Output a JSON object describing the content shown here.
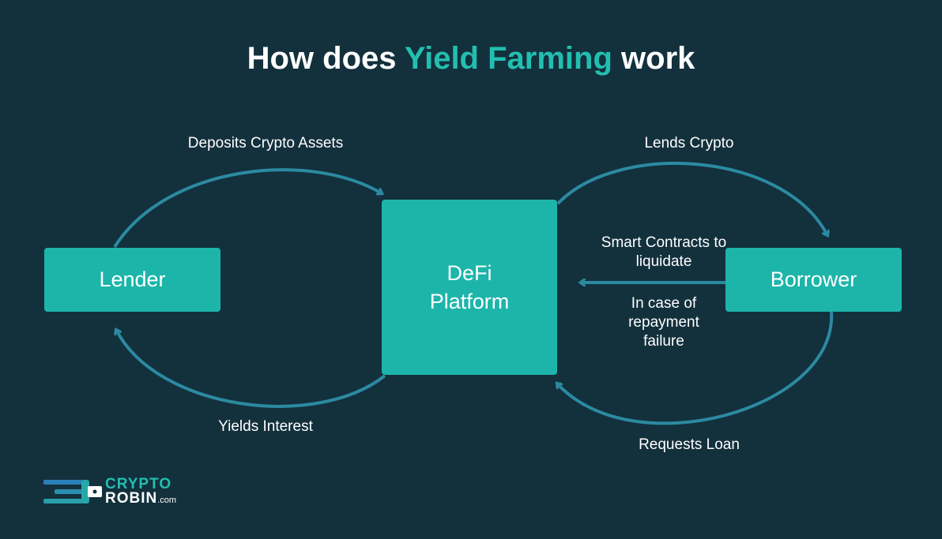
{
  "title": {
    "prefix": "How does ",
    "highlight": "Yield Farming",
    "suffix": " work"
  },
  "nodes": {
    "lender": "Lender",
    "defi_line1": "DeFi",
    "defi_line2": "Platform",
    "borrower": "Borrower"
  },
  "edges": {
    "deposits": "Deposits Crypto Assets",
    "yields": "Yields Interest",
    "lends": "Lends Crypto",
    "requests": "Requests Loan",
    "smart_contracts": "Smart Contracts to liquidate",
    "failure": "In case of repayment failure"
  },
  "logo": {
    "line1": "CRYPTO",
    "line2": "ROBIN",
    "suffix": ".com"
  },
  "colors": {
    "background": "#13303d",
    "box": "#1db5aa",
    "arrow": "#2b8aa0",
    "accent": "#22bfb0"
  }
}
